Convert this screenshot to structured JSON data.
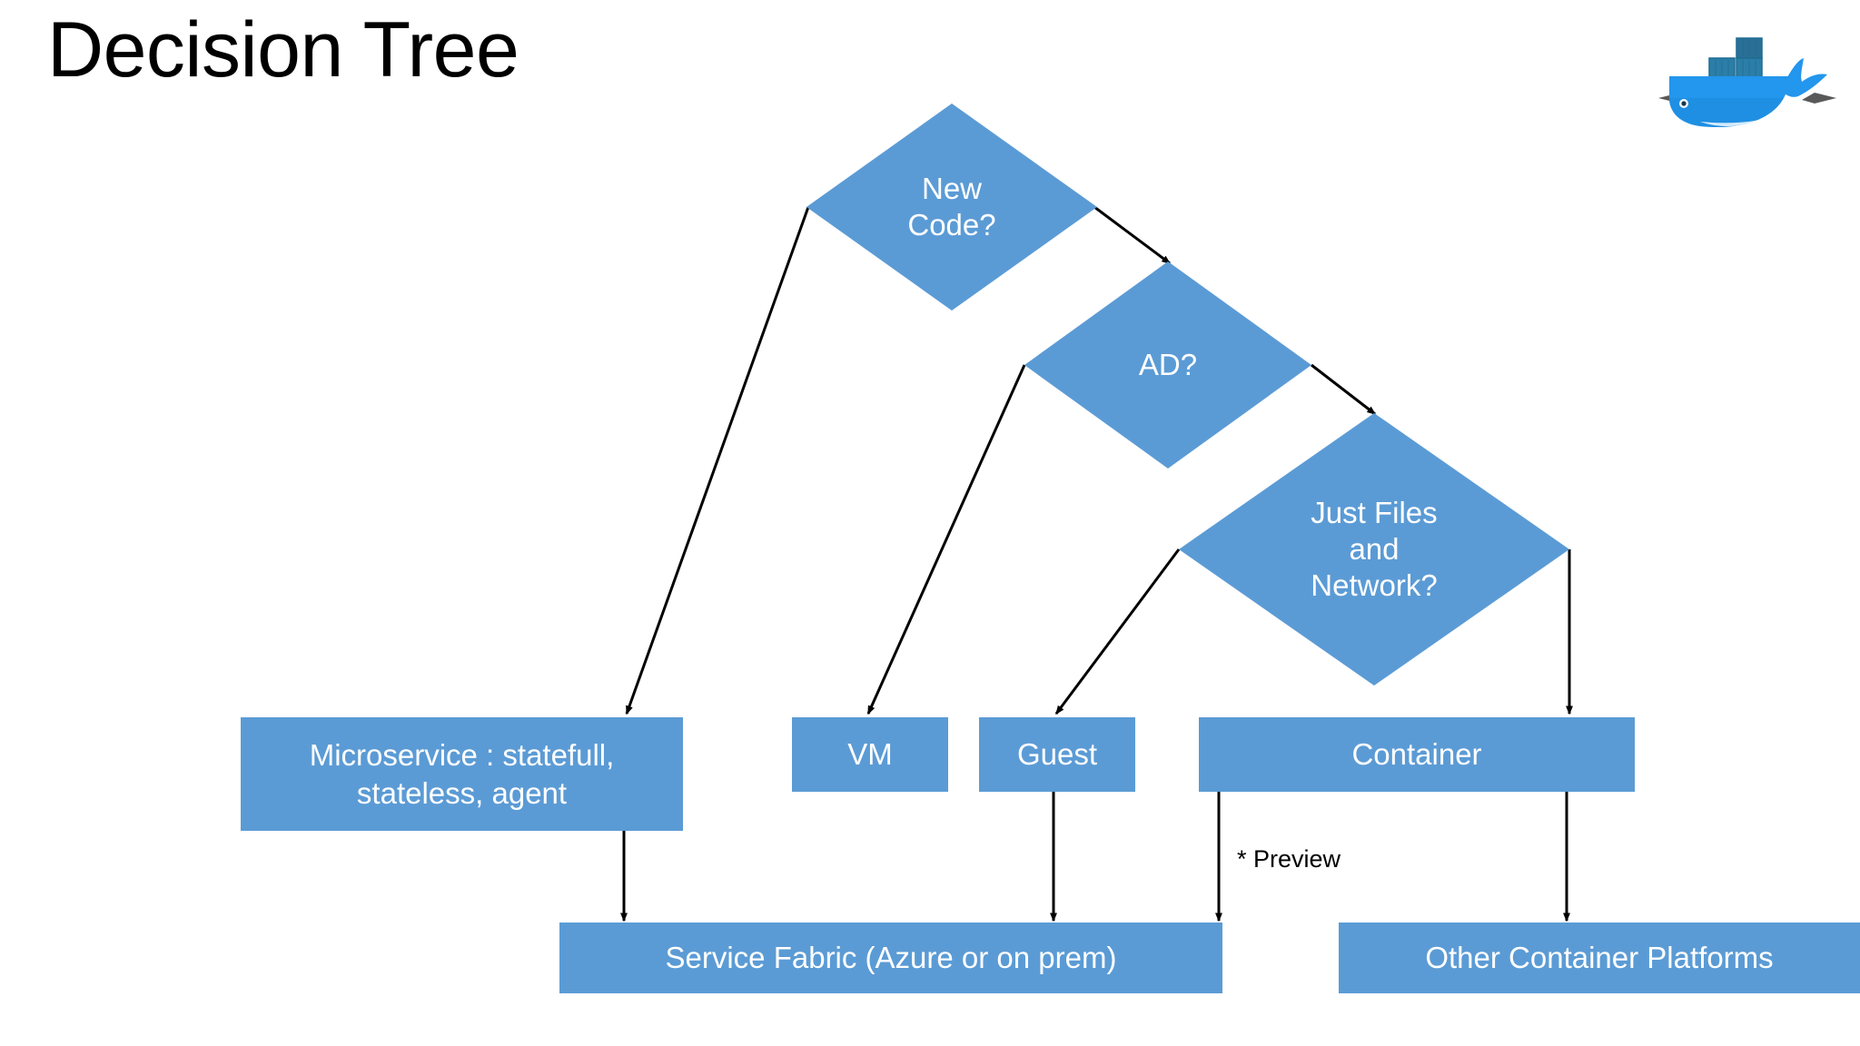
{
  "slide": {
    "title": "Decision Tree",
    "background_color": "#FFFFFF",
    "node_fill_color": "#5B9BD5",
    "node_text_color": "#FFFFFF",
    "connector_color": "#000000"
  },
  "logo": {
    "name": "docker-logo",
    "alt": "Docker whale logo",
    "whale_color": "#2396ED",
    "container_color": "#2B6A8F"
  },
  "decisions": [
    {
      "id": "new-code",
      "label": "New\nCode?"
    },
    {
      "id": "ad",
      "label": "AD?"
    },
    {
      "id": "just-files",
      "label": "Just Files\nand\nNetwork?"
    }
  ],
  "outcomes": [
    {
      "id": "microservice",
      "label": "Microservice : statefull,\nstateless, agent"
    },
    {
      "id": "vm",
      "label": "VM"
    },
    {
      "id": "guest",
      "label": "Guest"
    },
    {
      "id": "container",
      "label": "Container"
    },
    {
      "id": "service-fabric",
      "label": "Service Fabric (Azure or on prem)"
    },
    {
      "id": "other-platforms",
      "label": "Other Container Platforms"
    }
  ],
  "annotations": [
    {
      "id": "preview-note",
      "label": "* Preview"
    }
  ],
  "flows": [
    {
      "from": "new-code",
      "to": "microservice"
    },
    {
      "from": "new-code",
      "to": "ad"
    },
    {
      "from": "ad",
      "to": "vm"
    },
    {
      "from": "ad",
      "to": "just-files"
    },
    {
      "from": "just-files",
      "to": "guest"
    },
    {
      "from": "just-files",
      "to": "container"
    },
    {
      "from": "microservice",
      "to": "service-fabric"
    },
    {
      "from": "vm",
      "to": "service-fabric"
    },
    {
      "from": "guest",
      "to": "service-fabric"
    },
    {
      "from": "container",
      "to": "service-fabric"
    },
    {
      "from": "container",
      "to": "other-platforms"
    }
  ]
}
